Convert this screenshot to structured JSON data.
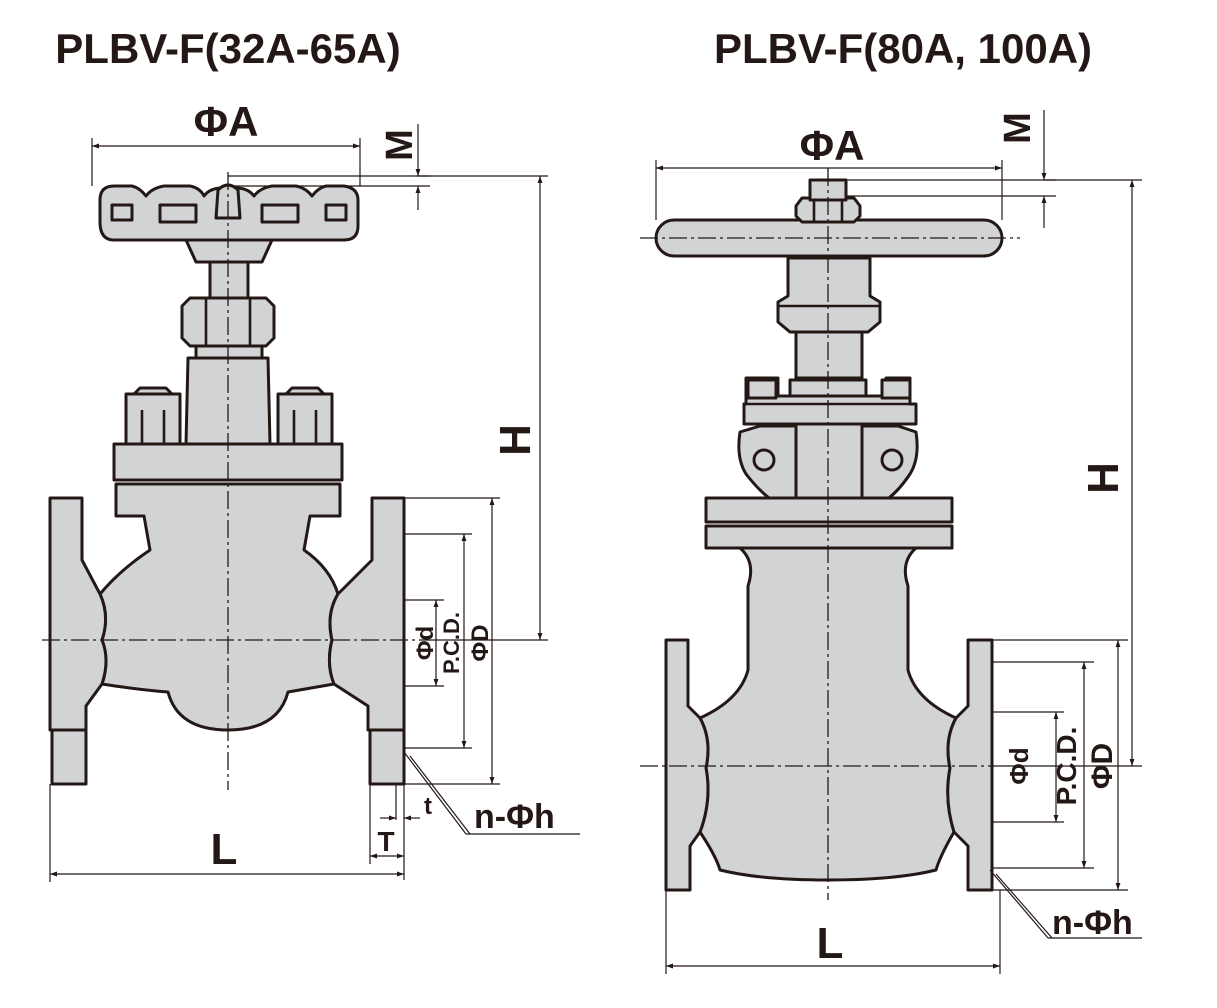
{
  "left_figure": {
    "title": "PLBV-F(32A-65A)",
    "labels": {
      "A": "ΦA",
      "M": "M",
      "H": "H",
      "d": "Φd",
      "pcd": "P.C.D.",
      "D": "ΦD",
      "t": "t",
      "T": "T",
      "L": "L",
      "nh": "n-Φh"
    }
  },
  "right_figure": {
    "title": "PLBV-F(80A, 100A)",
    "labels": {
      "A": "ΦA",
      "M": "M",
      "H": "H",
      "d": "Φd",
      "pcd": "P.C.D.",
      "D": "ΦD",
      "L": "L",
      "nh": "n-Φh"
    }
  }
}
